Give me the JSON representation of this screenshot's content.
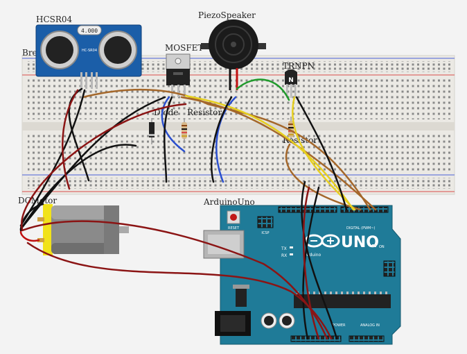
{
  "labels": {
    "hcsr04": "HCSR04",
    "breadboard": "Bre",
    "piezo": "PiezoSpeaker",
    "mosfet": "MOSFET",
    "trnpn": "TRNPN",
    "diode": "Diode",
    "resistor1": "Resistor",
    "resistor2": "Resistor",
    "dcmotor": "DCMotor",
    "arduino": "ArduinoUno"
  },
  "hcsr04_face": {
    "display": "4.000",
    "model": "HC-SR04"
  },
  "arduino_face": {
    "brand": "UNO",
    "logo": "Arduino",
    "on": "ON",
    "reset": "RESET",
    "icsp": "ICSP",
    "tx": "TX",
    "rx": "RX",
    "digital": "DIGITAL (PWM~)",
    "power": "POWER",
    "analog": "ANALOG IN"
  },
  "colors": {
    "background": "#f3f3f3",
    "breadboard": "#ebe9e4",
    "rail_red": "#d84a4a",
    "rail_blue": "#4a5fd8",
    "arduino": "#1f7b98",
    "sensor": "#1b5ea8",
    "wire_black": "#111111",
    "wire_red": "#8b1414",
    "wire_yellow": "#e6cf1f",
    "wire_brown": "#a4672a",
    "wire_green": "#1f9a2b",
    "wire_blue": "#2a4fcf",
    "motor_yellow": "#f1e21a"
  }
}
